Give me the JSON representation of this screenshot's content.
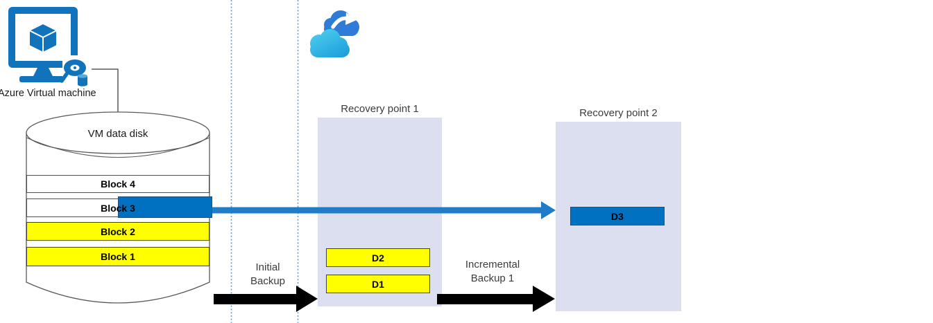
{
  "vm": {
    "label": "Azure Virtual machine"
  },
  "disk": {
    "title": "VM data disk",
    "blocks": [
      {
        "label": "Block 4",
        "fill": "white"
      },
      {
        "label": "Block 3",
        "fill": "white+blue-changed"
      },
      {
        "label": "Block 2",
        "fill": "yellow"
      },
      {
        "label": "Block 1",
        "fill": "yellow"
      }
    ]
  },
  "transfers": {
    "initial": {
      "line1": "Initial",
      "line2": "Backup"
    },
    "incremental": {
      "line1": "Incremental",
      "line2": "Backup 1"
    }
  },
  "recovery_points": [
    {
      "title": "Recovery point 1",
      "blocks": [
        {
          "label": "D2"
        },
        {
          "label": "D1"
        }
      ]
    },
    {
      "title": "Recovery point 2",
      "blocks": [
        {
          "label": "D3"
        }
      ]
    }
  ],
  "icons": {
    "vm": "azure-vm-monitor-with-cube",
    "vm_sub": "disk-magnifier",
    "cloud": "cloud-sync-arrow"
  },
  "colors": {
    "icon_blue": "#1173bc",
    "block_blue": "#0070c0",
    "block_yellow": "#ffff00",
    "recovery_box_lavender": "#dbdff0",
    "blue_arrow": "#1f7cc9",
    "black_arrow": "#000000",
    "guide_line": "#55a0d8",
    "cloud_back_blue": "#2e7cd8",
    "cloud_front_cyan_top": "#4acbee",
    "cloud_front_cyan_bottom": "#1e9fdb"
  }
}
